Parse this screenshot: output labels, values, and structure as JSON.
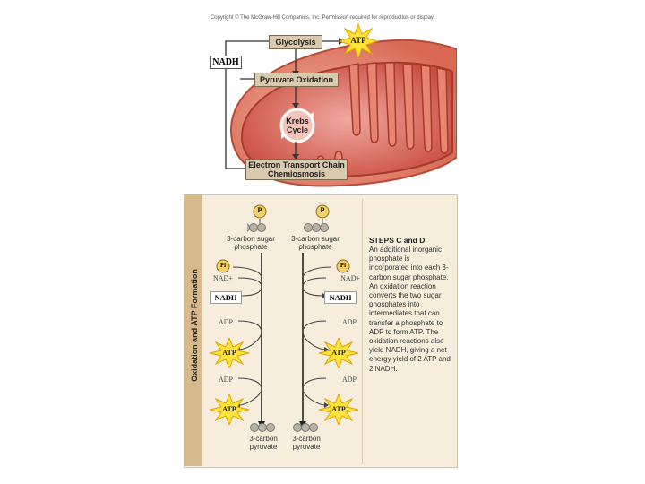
{
  "copyright": "Copyright © The McGraw-Hill Companies, Inc. Permission required for reproduction or display.",
  "top_diagram": {
    "glycolysis": "Glycolysis",
    "atp": "ATP",
    "nadh": "NADH",
    "pyruvate_oxidation": "Pyruvate Oxidation",
    "krebs_line1": "Krebs",
    "krebs_line2": "Cycle",
    "etc_line1": "Electron Transport Chain",
    "etc_line2": "Chemiosmosis"
  },
  "panel": {
    "side_title": "Oxidation and ATP Formation",
    "phosphate_symbol": "P",
    "pi_symbol": "Pi",
    "sugar_phosphate_label": "3-carbon sugar phosphate",
    "nad": "NAD+",
    "nadh": "NADH",
    "adp": "ADP",
    "atp": "ATP",
    "pyruvate_label": "3-carbon pyruvate",
    "steps_title": "STEPS C and D",
    "steps_body": "An additional inorganic phosphate is incorporated into each 3-carbon sugar phosphate. An oxidation reaction converts the two sugar phosphates into intermediates that can transfer a phosphate to ADP to form ATP. The oxidation reactions also yield NADH, giving a net energy yield of 2 ATP and 2 NADH."
  },
  "colors": {
    "mito_outer": "#e0836d",
    "mito_inner": "#c94c3d",
    "label_box": "#d9c9ad",
    "panel_bg": "#f6eddc",
    "sidebar": "#d7b98c",
    "atp_burst": "#ffe23a"
  }
}
